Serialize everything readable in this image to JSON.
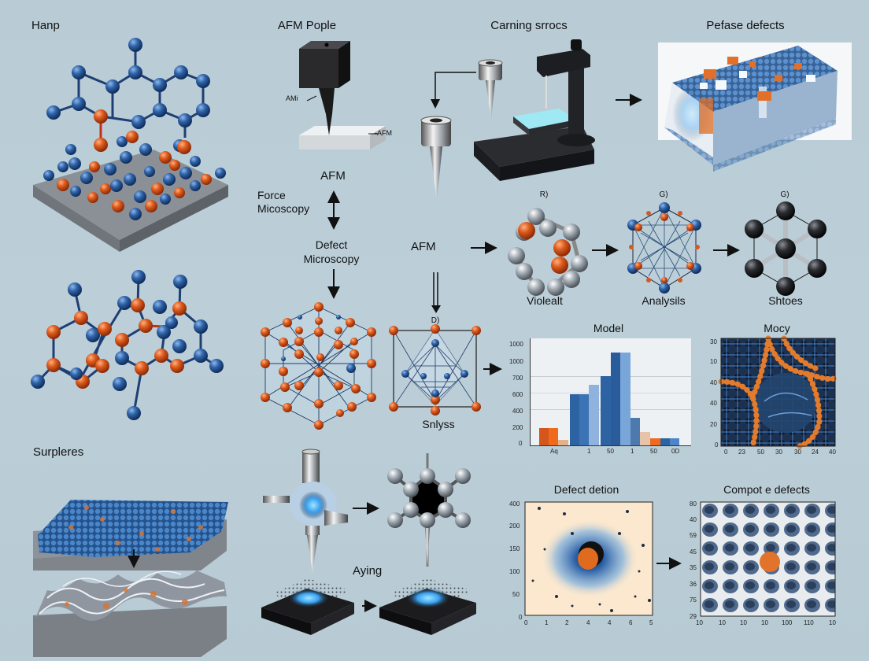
{
  "titles": {
    "hanp": "Hanp",
    "afm_pople": "AFM Pople",
    "carning": "Carning srrocs",
    "pefase": "Pefase defects",
    "surpleres": "Surpleres",
    "aying": "Aying"
  },
  "afm_probe": {
    "label_left": "AMi",
    "label_right": "-AFM"
  },
  "flow": {
    "afm_top": "AFM",
    "force_microscopy_line1": "Force",
    "force_microscopy_line2": "Micoscopy",
    "defect_line1": "Defect",
    "defect_line2": "Microscopy",
    "afm_mid": "AFM"
  },
  "pipeline": [
    {
      "tag": "R)",
      "label": "Violealt"
    },
    {
      "tag": "G)",
      "label": "Analysils"
    },
    {
      "tag": "G)",
      "label": "Shtoes"
    }
  ],
  "snlyss": {
    "tag": "D)",
    "label": "Snlyss"
  },
  "colors": {
    "background": "#bccfd9",
    "atom_blue": "#2d5f9e",
    "atom_orange": "#d4521a",
    "bar_dark_blue": "#2e63a3",
    "bar_light_blue": "#8fb3dc",
    "bar_orange": "#e0641c"
  },
  "chart_data": [
    {
      "type": "bar",
      "title": "Model",
      "xlabel": "",
      "ylabel": "",
      "y_ticks": [
        "0",
        "200",
        "400",
        "600",
        "700",
        "1000",
        "1000"
      ],
      "x_ticks": [
        "Aq",
        "1",
        "50",
        "1",
        "50",
        "0D"
      ],
      "ylim": [
        0,
        1100
      ],
      "bars": [
        {
          "x": "Aq",
          "value": 200,
          "color": "#d4561c"
        },
        {
          "x": "Aq",
          "value": 200,
          "color": "#f06a1c"
        },
        {
          "x": "Aq",
          "value": 50,
          "color": "#e6b088"
        },
        {
          "x": "1",
          "value": 600,
          "color": "#2e63a3"
        },
        {
          "x": "1",
          "value": 600,
          "color": "#3b73b4"
        },
        {
          "x": "1",
          "value": 650,
          "color": "#8fb3dc"
        },
        {
          "x": "50",
          "value": 720,
          "color": "#2e63a3"
        },
        {
          "x": "50",
          "value": 1000,
          "color": "#2a5c9c"
        },
        {
          "x": "1",
          "value": 1000,
          "color": "#79a6d8"
        },
        {
          "x": "1",
          "value": 330,
          "color": "#4e79ad"
        },
        {
          "x": "50",
          "value": 150,
          "color": "#e6c4aa"
        },
        {
          "x": "50",
          "value": 80,
          "color": "#f06a1c"
        },
        {
          "x": "0D",
          "value": 80,
          "color": "#2e63a3"
        },
        {
          "x": "0D",
          "value": 80,
          "color": "#4a86c8"
        }
      ],
      "grid": true
    },
    {
      "type": "heatmap",
      "title": "Mocy",
      "y_ticks": [
        "0",
        "20",
        "40",
        "40",
        "10",
        "30"
      ],
      "x_ticks": [
        "0",
        "23",
        "50",
        "30",
        "30",
        "24",
        "40"
      ]
    },
    {
      "type": "scatter",
      "title": "Defect detion",
      "y_ticks": [
        "0",
        "50",
        "100",
        "150",
        "200",
        "400"
      ],
      "x_ticks": [
        "0",
        "1",
        "2",
        "4",
        "4",
        "6",
        "5"
      ]
    },
    {
      "type": "heatmap",
      "title": "Compot e defects",
      "y_ticks": [
        "29",
        "75",
        "36",
        "35",
        "45",
        "59",
        "40",
        "80"
      ],
      "x_ticks": [
        "10",
        "10",
        "10",
        "10",
        "100",
        "110",
        "10"
      ]
    }
  ]
}
